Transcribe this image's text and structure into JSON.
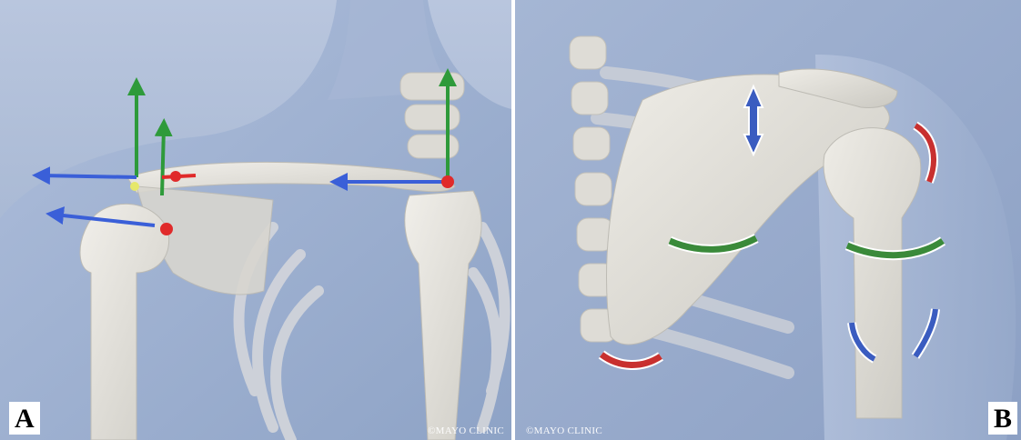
{
  "panels": [
    {
      "label": "A",
      "copyright": "©MAYO CLINIC"
    },
    {
      "label": "B",
      "copyright": "©MAYO CLINIC"
    }
  ],
  "colors": {
    "background_blue": "#a9b9d6",
    "skin_blue": "#9fb1cf",
    "bone": "#e4e2dc",
    "axis_green": "#2e9a3a",
    "axis_blue": "#3a5fd8",
    "joint_red": "#e02a2a",
    "rotation_blue": "#3a5cc0",
    "rotation_red": "#c8302f",
    "rotation_green": "#3a8a3a"
  },
  "icons": [
    "axis-arrow-icon",
    "rotation-arrow-icon",
    "joint-marker-icon"
  ]
}
